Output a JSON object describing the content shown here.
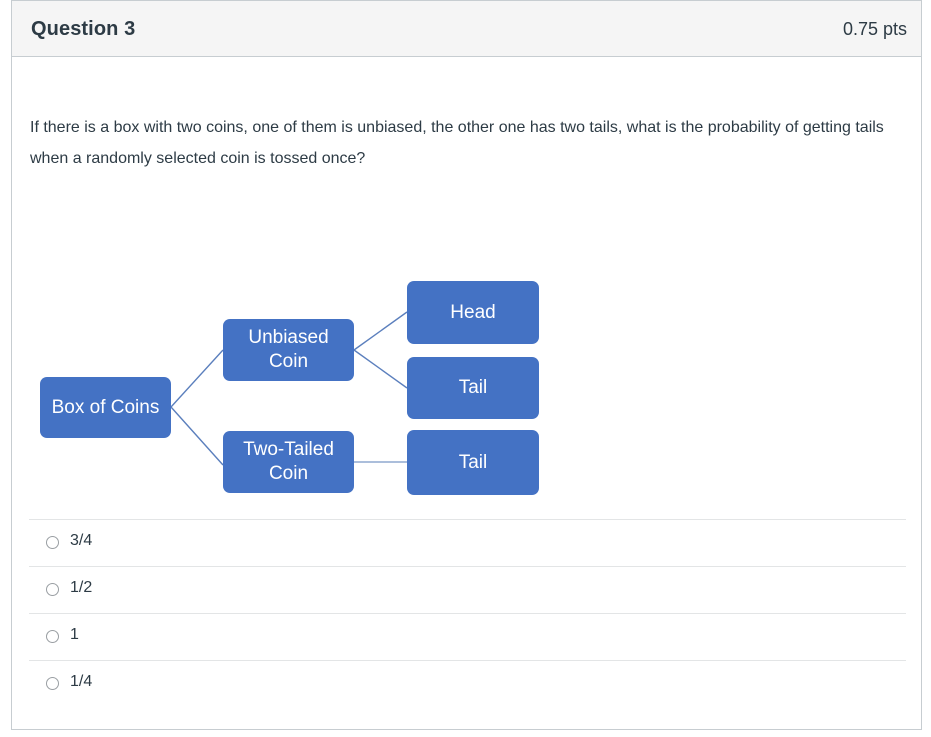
{
  "header": {
    "title": "Question 3",
    "points": "0.75 pts"
  },
  "question": {
    "text": "If there is a box with two coins, one of them is unbiased, the other one has two tails, what is the probability of getting tails when a randomly selected coin is tossed once?"
  },
  "diagram": {
    "type": "tree",
    "node_color": "#4472c4",
    "connector_color": "#5b7fbd",
    "nodes": [
      {
        "id": "root",
        "label": "Box of Coins"
      },
      {
        "id": "unbiased",
        "label": "Unbiased Coin"
      },
      {
        "id": "twotailed",
        "label": "Two-Tailed Coin"
      },
      {
        "id": "head",
        "label": "Head"
      },
      {
        "id": "tail1",
        "label": "Tail"
      },
      {
        "id": "tail2",
        "label": "Tail"
      }
    ],
    "edges": [
      {
        "from": "root",
        "to": "unbiased"
      },
      {
        "from": "root",
        "to": "twotailed"
      },
      {
        "from": "unbiased",
        "to": "head"
      },
      {
        "from": "unbiased",
        "to": "tail1"
      },
      {
        "from": "twotailed",
        "to": "tail2"
      }
    ]
  },
  "answers": {
    "selected": null,
    "options": [
      {
        "label": "3/4"
      },
      {
        "label": "1/2"
      },
      {
        "label": "1"
      },
      {
        "label": "1/4"
      }
    ]
  }
}
